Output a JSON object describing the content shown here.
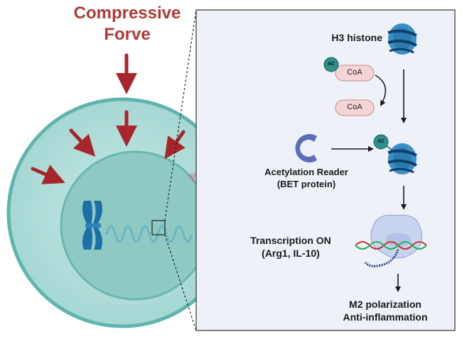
{
  "force": {
    "line1": "Compressive",
    "line2": "Forve"
  },
  "panel": {
    "histone_label": "H3 histone",
    "ac_label": "AC",
    "coa_label": "CoA",
    "reader_line1": "Acetylation Reader",
    "reader_line2": "(BET protein)",
    "transcription_line1": "Transcription ON",
    "transcription_line2": "(Arg1, IL-10)",
    "outcome_line1": "M2 polarization",
    "outcome_line2": "Anti-inflammation"
  },
  "colors": {
    "force_arrow": "#a7262c",
    "cell_outer": "#a9d8d4",
    "cell_border": "#5fb5ad",
    "nucleus": "#8fc9c3",
    "chromosome": "#1e6fa6",
    "panel_bg": "#eef1f8",
    "coa_pill": "#f4d4d4",
    "ac_badge": "#2f8f8c",
    "reader": "#5a6fb8"
  }
}
